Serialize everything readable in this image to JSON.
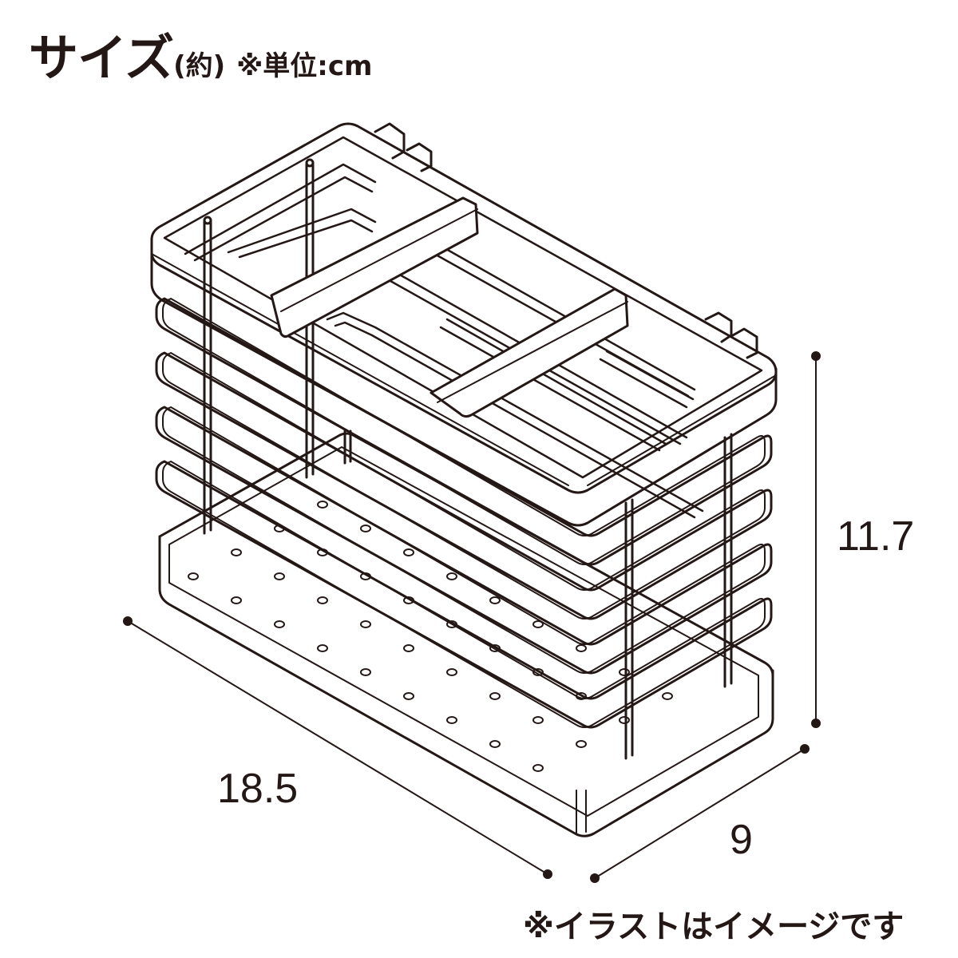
{
  "header": {
    "title": "サイズ",
    "approx": "(約)",
    "unit_note": "※単位:cm"
  },
  "dimensions": {
    "height": "11.7",
    "length": "18.5",
    "depth": "9"
  },
  "footer": {
    "note": "※イラストはイメージです"
  },
  "colors": {
    "line": "#231815",
    "background": "#ffffff"
  }
}
